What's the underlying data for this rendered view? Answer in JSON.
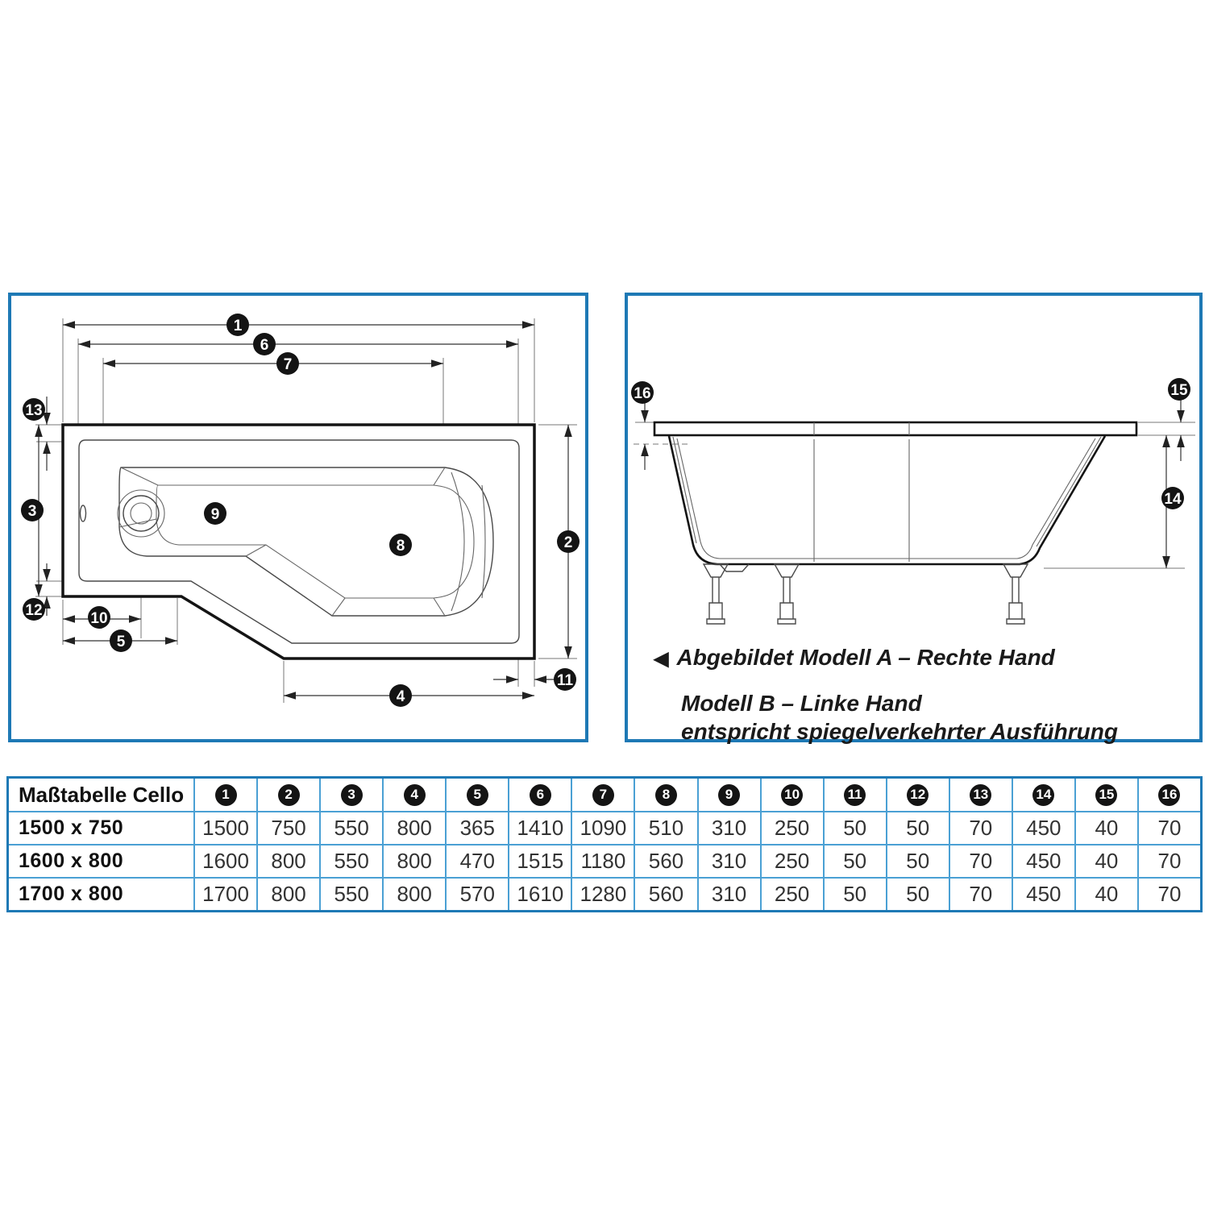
{
  "marks": [
    "1",
    "2",
    "3",
    "4",
    "5",
    "6",
    "7",
    "8",
    "9",
    "10",
    "11",
    "12",
    "13",
    "14",
    "15",
    "16"
  ],
  "notes": {
    "arrow": "◀",
    "line1": "Abgebildet Modell A – Rechte Hand",
    "line2": "Modell B – Linke Hand",
    "line3": "entspricht spiegelverkehrter Ausführung"
  },
  "table": {
    "title": "Maßtabelle Cello",
    "columns": [
      "1",
      "2",
      "3",
      "4",
      "5",
      "6",
      "7",
      "8",
      "9",
      "10",
      "11",
      "12",
      "13",
      "14",
      "15",
      "16"
    ],
    "rows": [
      {
        "label": "1500 x 750",
        "values": [
          1500,
          750,
          550,
          800,
          365,
          1410,
          1090,
          510,
          310,
          250,
          50,
          50,
          70,
          450,
          40,
          70
        ]
      },
      {
        "label": "1600 x 800",
        "values": [
          1600,
          800,
          550,
          800,
          470,
          1515,
          1180,
          560,
          310,
          250,
          50,
          50,
          70,
          450,
          40,
          70
        ]
      },
      {
        "label": "1700 x 800",
        "values": [
          1700,
          800,
          550,
          800,
          570,
          1610,
          1280,
          560,
          310,
          250,
          50,
          50,
          70,
          450,
          40,
          70
        ]
      }
    ]
  },
  "colors": {
    "accent": "#1e79b5",
    "grid": "#4aa0d4",
    "ink": "#141414"
  }
}
